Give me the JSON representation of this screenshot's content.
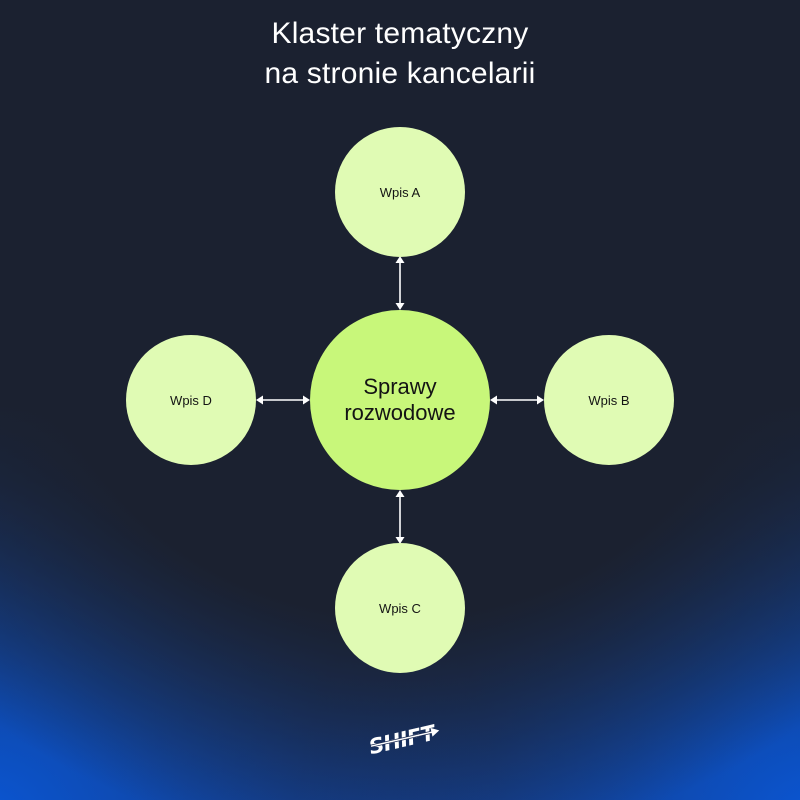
{
  "title": {
    "line1": "Klaster tematyczny",
    "line2": "na stronie kancelarii"
  },
  "hub": {
    "line1": "Sprawy",
    "line2": "rozwodowe",
    "color": "#c8f77a"
  },
  "nodes": [
    {
      "id": "a",
      "label": "Wpis A",
      "position": "top"
    },
    {
      "id": "b",
      "label": "Wpis B",
      "position": "right"
    },
    {
      "id": "c",
      "label": "Wpis C",
      "position": "bottom"
    },
    {
      "id": "d",
      "label": "Wpis D",
      "position": "left"
    }
  ],
  "leaf_color": "#e0fbb4",
  "connector": {
    "style": "double-headed-arrow",
    "color": "#ffffff"
  },
  "logo": {
    "text": "SHIFT",
    "icon": "arrow-right-icon"
  },
  "background": {
    "base": "#1b2130",
    "glow": "#0a56d4"
  }
}
